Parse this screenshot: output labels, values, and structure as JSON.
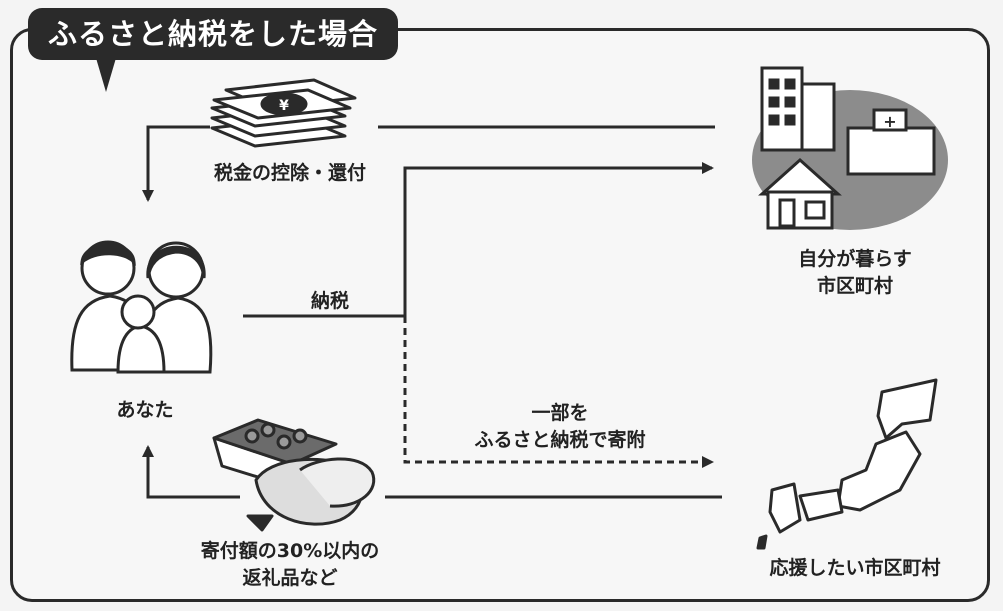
{
  "title": "ふるさと納税をした場合",
  "labels": {
    "tax_refund": "税金の控除・還付",
    "you": "あなた",
    "tax_payment": "納税",
    "home_city": "自分が暮らす\n市区町村",
    "donation": "一部を\nふるさと納税で寄附",
    "gifts": "寄付額の30%以内の\n返礼品など",
    "support_city": "応援したい市区町村"
  },
  "icons": [
    "yen-bundle-icon",
    "family-icon",
    "city-buildings-icon",
    "japan-map-icon",
    "gift-food-icon"
  ],
  "colors": {
    "dark": "#2a2a2a",
    "background": "#f4f4f4",
    "gray_ellipse": "#8c8c8c"
  }
}
